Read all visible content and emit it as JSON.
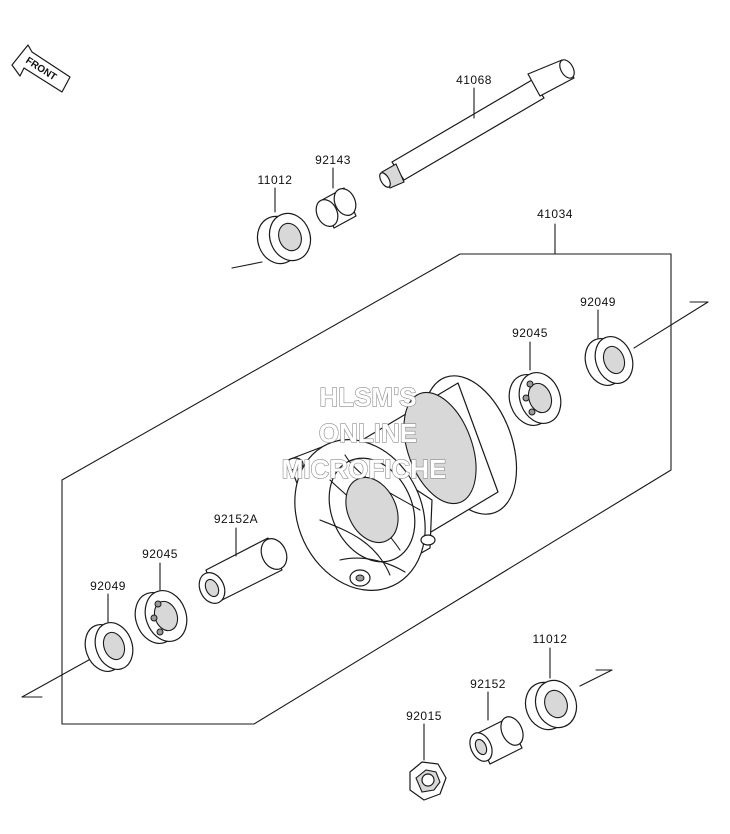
{
  "diagram": {
    "orientation_label": "FRONT",
    "watermark": [
      "HLSM'S",
      "ONLINE",
      "MICROFICHE"
    ],
    "parts": [
      {
        "id": "p41068",
        "number": "41068"
      },
      {
        "id": "p92143",
        "number": "92143"
      },
      {
        "id": "p11012_top",
        "number": "11012"
      },
      {
        "id": "p41034",
        "number": "41034"
      },
      {
        "id": "p92049_right",
        "number": "92049"
      },
      {
        "id": "p92045_right",
        "number": "92045"
      },
      {
        "id": "p92152a",
        "number": "92152A"
      },
      {
        "id": "p92045_left",
        "number": "92045"
      },
      {
        "id": "p92049_left",
        "number": "92049"
      },
      {
        "id": "p11012_bottom",
        "number": "11012"
      },
      {
        "id": "p92152",
        "number": "92152"
      },
      {
        "id": "p92015",
        "number": "92015"
      }
    ]
  }
}
